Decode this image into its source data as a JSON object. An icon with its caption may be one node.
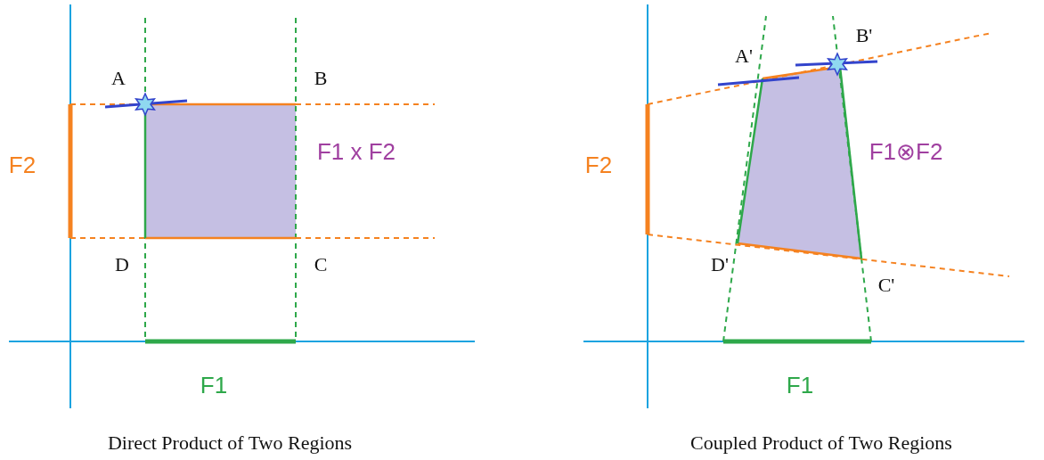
{
  "diagram": {
    "labels": [
      "A",
      "B",
      "F2",
      "F1 x F2",
      "D",
      "C",
      "F1",
      "Direct Product of Two Regions",
      "B'",
      "A'",
      "F2",
      "F1⊗F2",
      "D'",
      "C'",
      "F1",
      "Coupled Product of Two Regions"
    ]
  }
}
